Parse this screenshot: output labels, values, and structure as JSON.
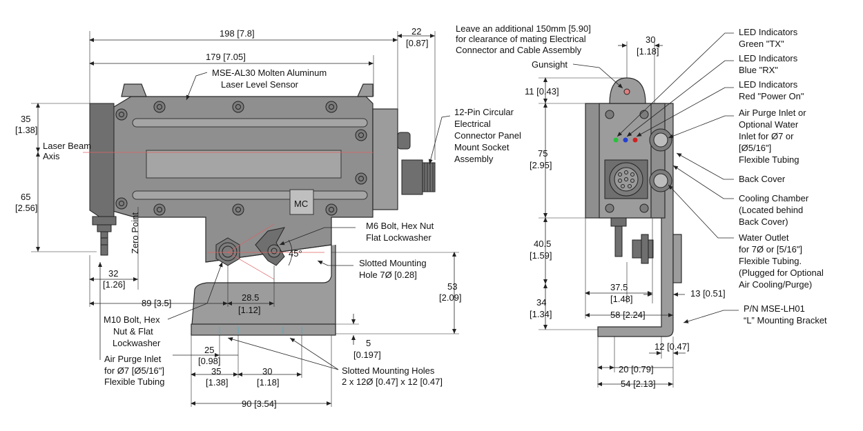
{
  "side_view": {
    "dims": {
      "overall_length": "198 [7.8]",
      "body_length": "179 [7.05]",
      "connector_clearance": "22",
      "connector_clearance_in": "[0.87]",
      "top_to_axis": "35",
      "top_to_axis_in": "[1.38]",
      "axis_to_bottom": "65",
      "axis_to_bottom_in": "[2.56]",
      "zero_point_offset": "32",
      "zero_point_offset_in": "[1.26]",
      "zero_to_bolt": "89 [3.5]",
      "bolt_spacing": "28.5",
      "bolt_spacing_in": "[1.12]",
      "bracket_height": "53",
      "bracket_height_in": "[2.09]",
      "bracket_thickness": "5",
      "bracket_thickness_in": "[0.197]",
      "hole_offset_1": "25",
      "hole_offset_1_in": "[0.98]",
      "hole_offset_2": "35",
      "hole_offset_2_in": "[1.38]",
      "hole_spacing": "30",
      "hole_spacing_in": "[1.18]",
      "bracket_length": "90 [3.54]",
      "angle": "45°"
    },
    "labels": {
      "sensor_name_1": "MSE-AL30 Molten Aluminum",
      "sensor_name_2": "Laser Level Sensor",
      "clearance_note_1": "Leave an additional 150mm [5.90]",
      "clearance_note_2": "for clearance of mating  Electrical",
      "clearance_note_3": "Connector and Cable Assembly",
      "connector_1": "12-Pin Circular",
      "connector_2": "Electrical",
      "connector_3": "Connector Panel",
      "connector_4": "Mount Socket",
      "connector_5": "Assembly",
      "laser_axis_1": "Laser Beam",
      "laser_axis_2": "Axis",
      "zero_point": "Zero Point",
      "m6_1": "M6 Bolt, Hex Nut",
      "m6_2": "Flat Lockwasher",
      "slotted_hole_1": "Slotted Mounting",
      "slotted_hole_2": "Hole 7Ø [0.28]",
      "m10_1": "M10 Bolt, Hex",
      "m10_2": "Nut & Flat",
      "m10_3": "Lockwasher",
      "air_purge_1": "Air Purge Inlet",
      "air_purge_2": "for Ø7 [Ø5/16\"]",
      "air_purge_3": "Flexible Tubing",
      "slotted_holes_1": "Slotted Mounting Holes",
      "slotted_holes_2": "2 x 12Ø [0.47] x 12 [0.47]",
      "logo": "MC"
    }
  },
  "end_view": {
    "dims": {
      "top_width": "30",
      "top_width_in": "[1.18]",
      "gunsight_height": "11 [0.43]",
      "body_height": "75",
      "body_height_in": "[2.95]",
      "lower_height": "40.5",
      "lower_height_in": "[1.59]",
      "bracket_height": "34",
      "bracket_height_in": "[1.34]",
      "half_width": "37.5",
      "half_width_in": "[1.48]",
      "bracket_thickness": "13 [0.51]",
      "width": "58 [2.24]",
      "foot_thickness": "12 [0.47]",
      "foot_offset": "20 [0.79]",
      "foot_length": "54 [2.13]"
    },
    "labels": {
      "gunsight": "Gunsight",
      "led_green_1": "LED Indicators",
      "led_green_2": "Green \"TX\"",
      "led_blue_1": "LED Indicators",
      "led_blue_2": "Blue \"RX\"",
      "led_red_1": "LED Indicators",
      "led_red_2": "Red \"Power On\"",
      "air_inlet_1": "Air Purge Inlet or",
      "air_inlet_2": "Optional Water",
      "air_inlet_3": "Inlet for Ø7 or",
      "air_inlet_4": "[Ø5/16\"]",
      "air_inlet_5": "Flexible Tubing",
      "back_cover": "Back Cover",
      "cooling_1": "Cooling Chamber",
      "cooling_2": "(Located behind",
      "cooling_3": "Back Cover)",
      "water_1": "Water Outlet",
      "water_2": "for 7Ø or [5/16\"]",
      "water_3": "Flexible Tubing.",
      "water_4": "(Plugged for Optional",
      "water_5": "Air Cooling/Purge)",
      "bracket_1": "P/N MSE-LH01",
      "bracket_2": "“L”  Mounting Bracket"
    }
  },
  "colors": {
    "body": "#8f8f8f",
    "led_green": "#27c23a",
    "led_blue": "#2340d0",
    "led_red": "#d02020",
    "axis_line": "#e06060"
  }
}
